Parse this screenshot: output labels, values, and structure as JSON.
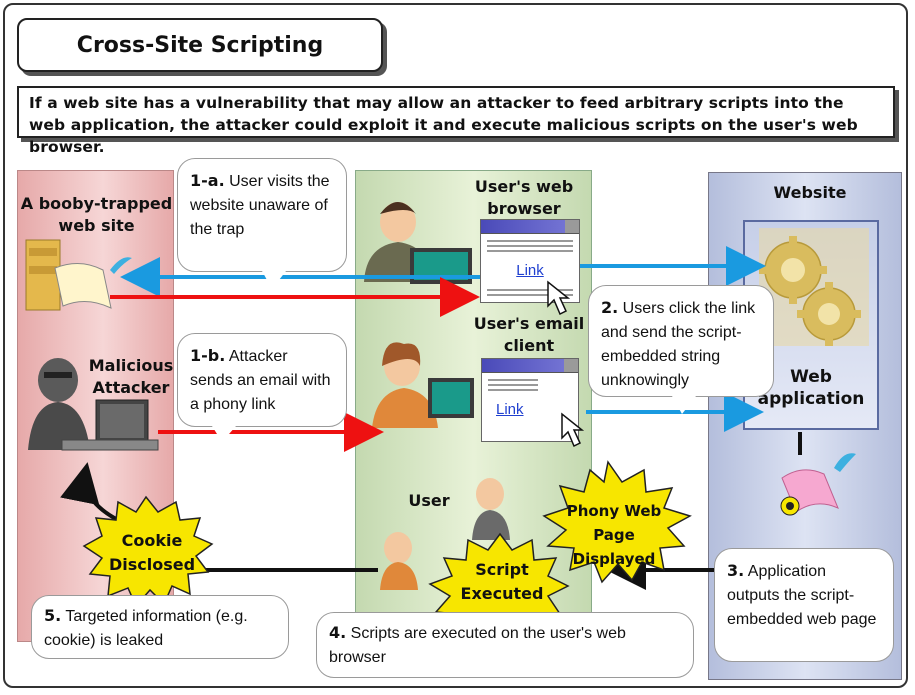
{
  "title": "Cross-Site Scripting",
  "description": "If a web site has a vulnerability that may allow an attacker to feed arbitrary scripts into the web application, the attacker could exploit it and execute malicious scripts on the user's web browser.",
  "left_panel": {
    "booby_trapped_label": "A booby-trapped web site",
    "attacker_label": "Malicious Attacker"
  },
  "middle_panel": {
    "browser_label": "User's web browser",
    "email_label": "User's email client",
    "user_label": "User",
    "browser_link": "Link",
    "email_link": "Link"
  },
  "right_panel": {
    "website_label": "Website",
    "webapp_label": "Web application"
  },
  "steps": {
    "s1a_num": "1-a.",
    "s1a_text": "User visits the website unaware of the trap",
    "s1b_num": "1-b.",
    "s1b_text": "Attacker sends an email with a phony link",
    "s2_num": "2.",
    "s2_text": "Users click the link and send the script-embedded string unknowingly",
    "s3_num": "3.",
    "s3_text": "Application outputs the script-embedded web page",
    "s4_num": "4.",
    "s4_text": "Scripts are executed on the user's web browser",
    "s5_num": "5.",
    "s5_text": "Targeted information (e.g. cookie) is leaked"
  },
  "bursts": {
    "cookie": "Cookie Disclosed",
    "phony": "Phony Web Page Displayed",
    "script": "Script Executed"
  },
  "colors": {
    "red_arrow": "#ee1111",
    "blue_arrow": "#1a9ae0",
    "black_arrow": "#111111",
    "burst_fill": "#f7e600"
  }
}
